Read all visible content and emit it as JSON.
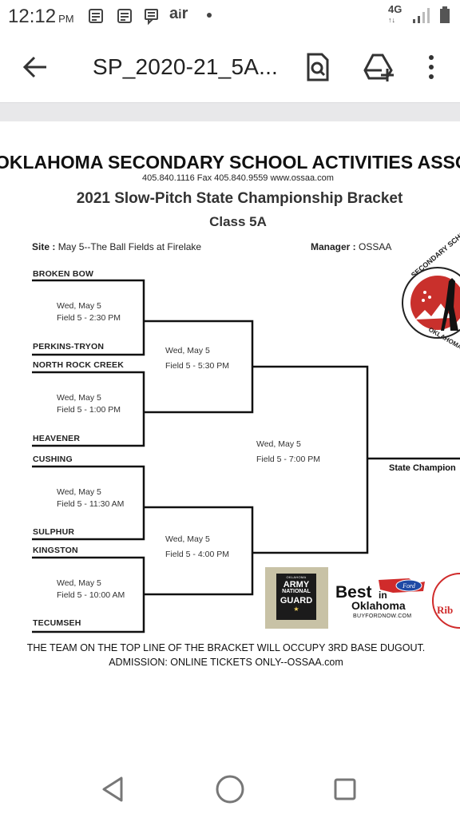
{
  "status_bar": {
    "time": "12:12",
    "ampm": "PM",
    "network": "4G",
    "icons": [
      "news-icon",
      "news-icon",
      "chat-icon",
      "air-app-icon",
      "signal-icon",
      "battery-icon"
    ]
  },
  "app_bar": {
    "title": "SP_2020-21_5A...",
    "icons": [
      "back-arrow-icon",
      "find-in-page-icon",
      "add-to-drive-icon",
      "more-options-icon"
    ]
  },
  "document": {
    "organization": "OKLAHOMA SECONDARY SCHOOL ACTIVITIES ASSOCIATI",
    "contact": "405.840.1116   Fax 405.840.9559  www.ossaa.com",
    "title": "2021 Slow-Pitch State Championship Bracket",
    "class_label": "Class 5A",
    "site_label": "Site :",
    "site_value": "May 5--The Ball Fields at Firelake",
    "manager_label": "Manager :",
    "manager_value": "OSSAA",
    "teams": [
      "BROKEN BOW",
      "PERKINS-TRYON",
      "NORTH ROCK CREEK",
      "HEAVENER",
      "CUSHING",
      "SULPHUR",
      "KINGSTON",
      "TECUMSEH"
    ],
    "round1_games": [
      {
        "date": "Wed, May 5",
        "field": "Field 5 - 2:30 PM"
      },
      {
        "date": "Wed, May 5",
        "field": "Field 5 - 1:00 PM"
      },
      {
        "date": "Wed, May 5",
        "field": "Field 5 - 11:30 AM"
      },
      {
        "date": "Wed, May 5",
        "field": "Field 5 - 10:00 AM"
      }
    ],
    "semifinal_games": [
      {
        "date": "Wed, May 5",
        "field": "Field 5 - 5:30 PM"
      },
      {
        "date": "Wed, May 5",
        "field": "Field 5 - 4:00 PM"
      }
    ],
    "final_game": {
      "date": "Wed, May 5",
      "field": "Field 5 - 7:00 PM"
    },
    "champion_label": "State Champion",
    "seal_text": "SECONDARY SCHOOL",
    "seal_text_bottom": "OKLAHOMA",
    "sponsors": {
      "army_top": "OKLAHOMA",
      "army_main": "ARMY",
      "army_sub1": "NATIONAL",
      "army_sub2": "GUARD",
      "best_main": "Best",
      "best_in": "in",
      "best_state": "Oklahoma",
      "best_url": "BUYFORDNOW.COM",
      "ford": "Ford",
      "partial_logo": "Rib"
    },
    "footer_line1": "THE  TEAM ON THE TOP LINE OF THE BRACKET WILL OCCUPY 3RD BASE DUGOUT.",
    "footer_line2": "ADMISSION: ONLINE TICKETS ONLY--OSSAA.com"
  },
  "nav_bar": {
    "icons": [
      "back-triangle-icon",
      "home-circle-icon",
      "recents-square-icon"
    ]
  },
  "colors": {
    "divider": "#e8e8ea",
    "seal_red": "#c9302c",
    "ford_blue": "#1f4aa5",
    "state_red": "#d02b2b"
  }
}
